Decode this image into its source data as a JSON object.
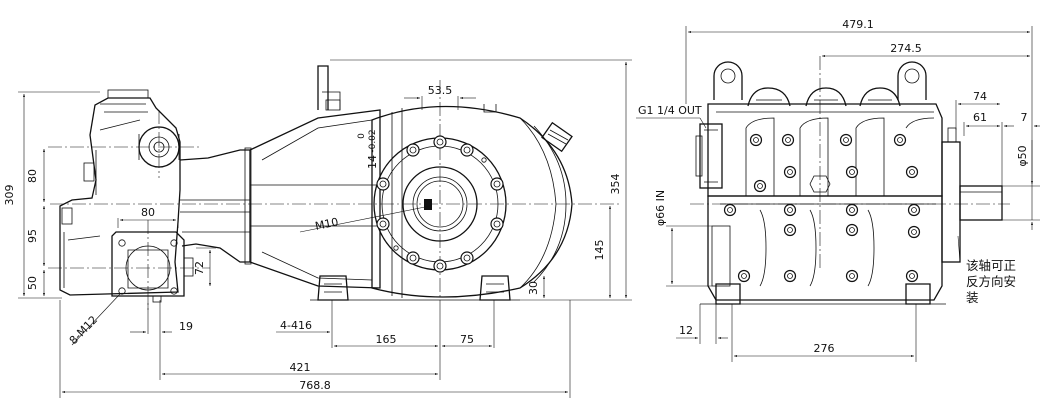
{
  "front_view": {
    "dim_overall_length": "768.8",
    "dim_421": "421",
    "dim_165": "165",
    "dim_75": "75",
    "dim_19": "19",
    "dim_80_horizontal": "80",
    "dim_53_5": "53.5",
    "dim_309": "309",
    "dim_80_vertical": "80",
    "dim_95": "95",
    "dim_50": "50",
    "dim_72": "72",
    "dim_354": "354",
    "dim_145": "145",
    "dim_30": "30",
    "dim_shaft_tol_value": "14",
    "dim_shaft_tol_upper": "0",
    "dim_shaft_tol_lower": "-0.02",
    "label_holes_4_416": "4-416",
    "label_thread_m10": "M10",
    "label_holes_8_m12": "8-M12"
  },
  "side_view": {
    "dim_479_1": "479.1",
    "dim_274_5": "274.5",
    "dim_74": "74",
    "dim_61": "61",
    "dim_7": "7",
    "dim_shaft_dia_50": "φ50",
    "dim_inlet_dia_66": "φ66 IN",
    "label_outlet": "G1 1/4 OUT",
    "dim_276": "276",
    "dim_12": "12",
    "note_shaft_line1": "该轴可正",
    "note_shaft_line2": "反方向安",
    "note_shaft_line3": "装"
  }
}
